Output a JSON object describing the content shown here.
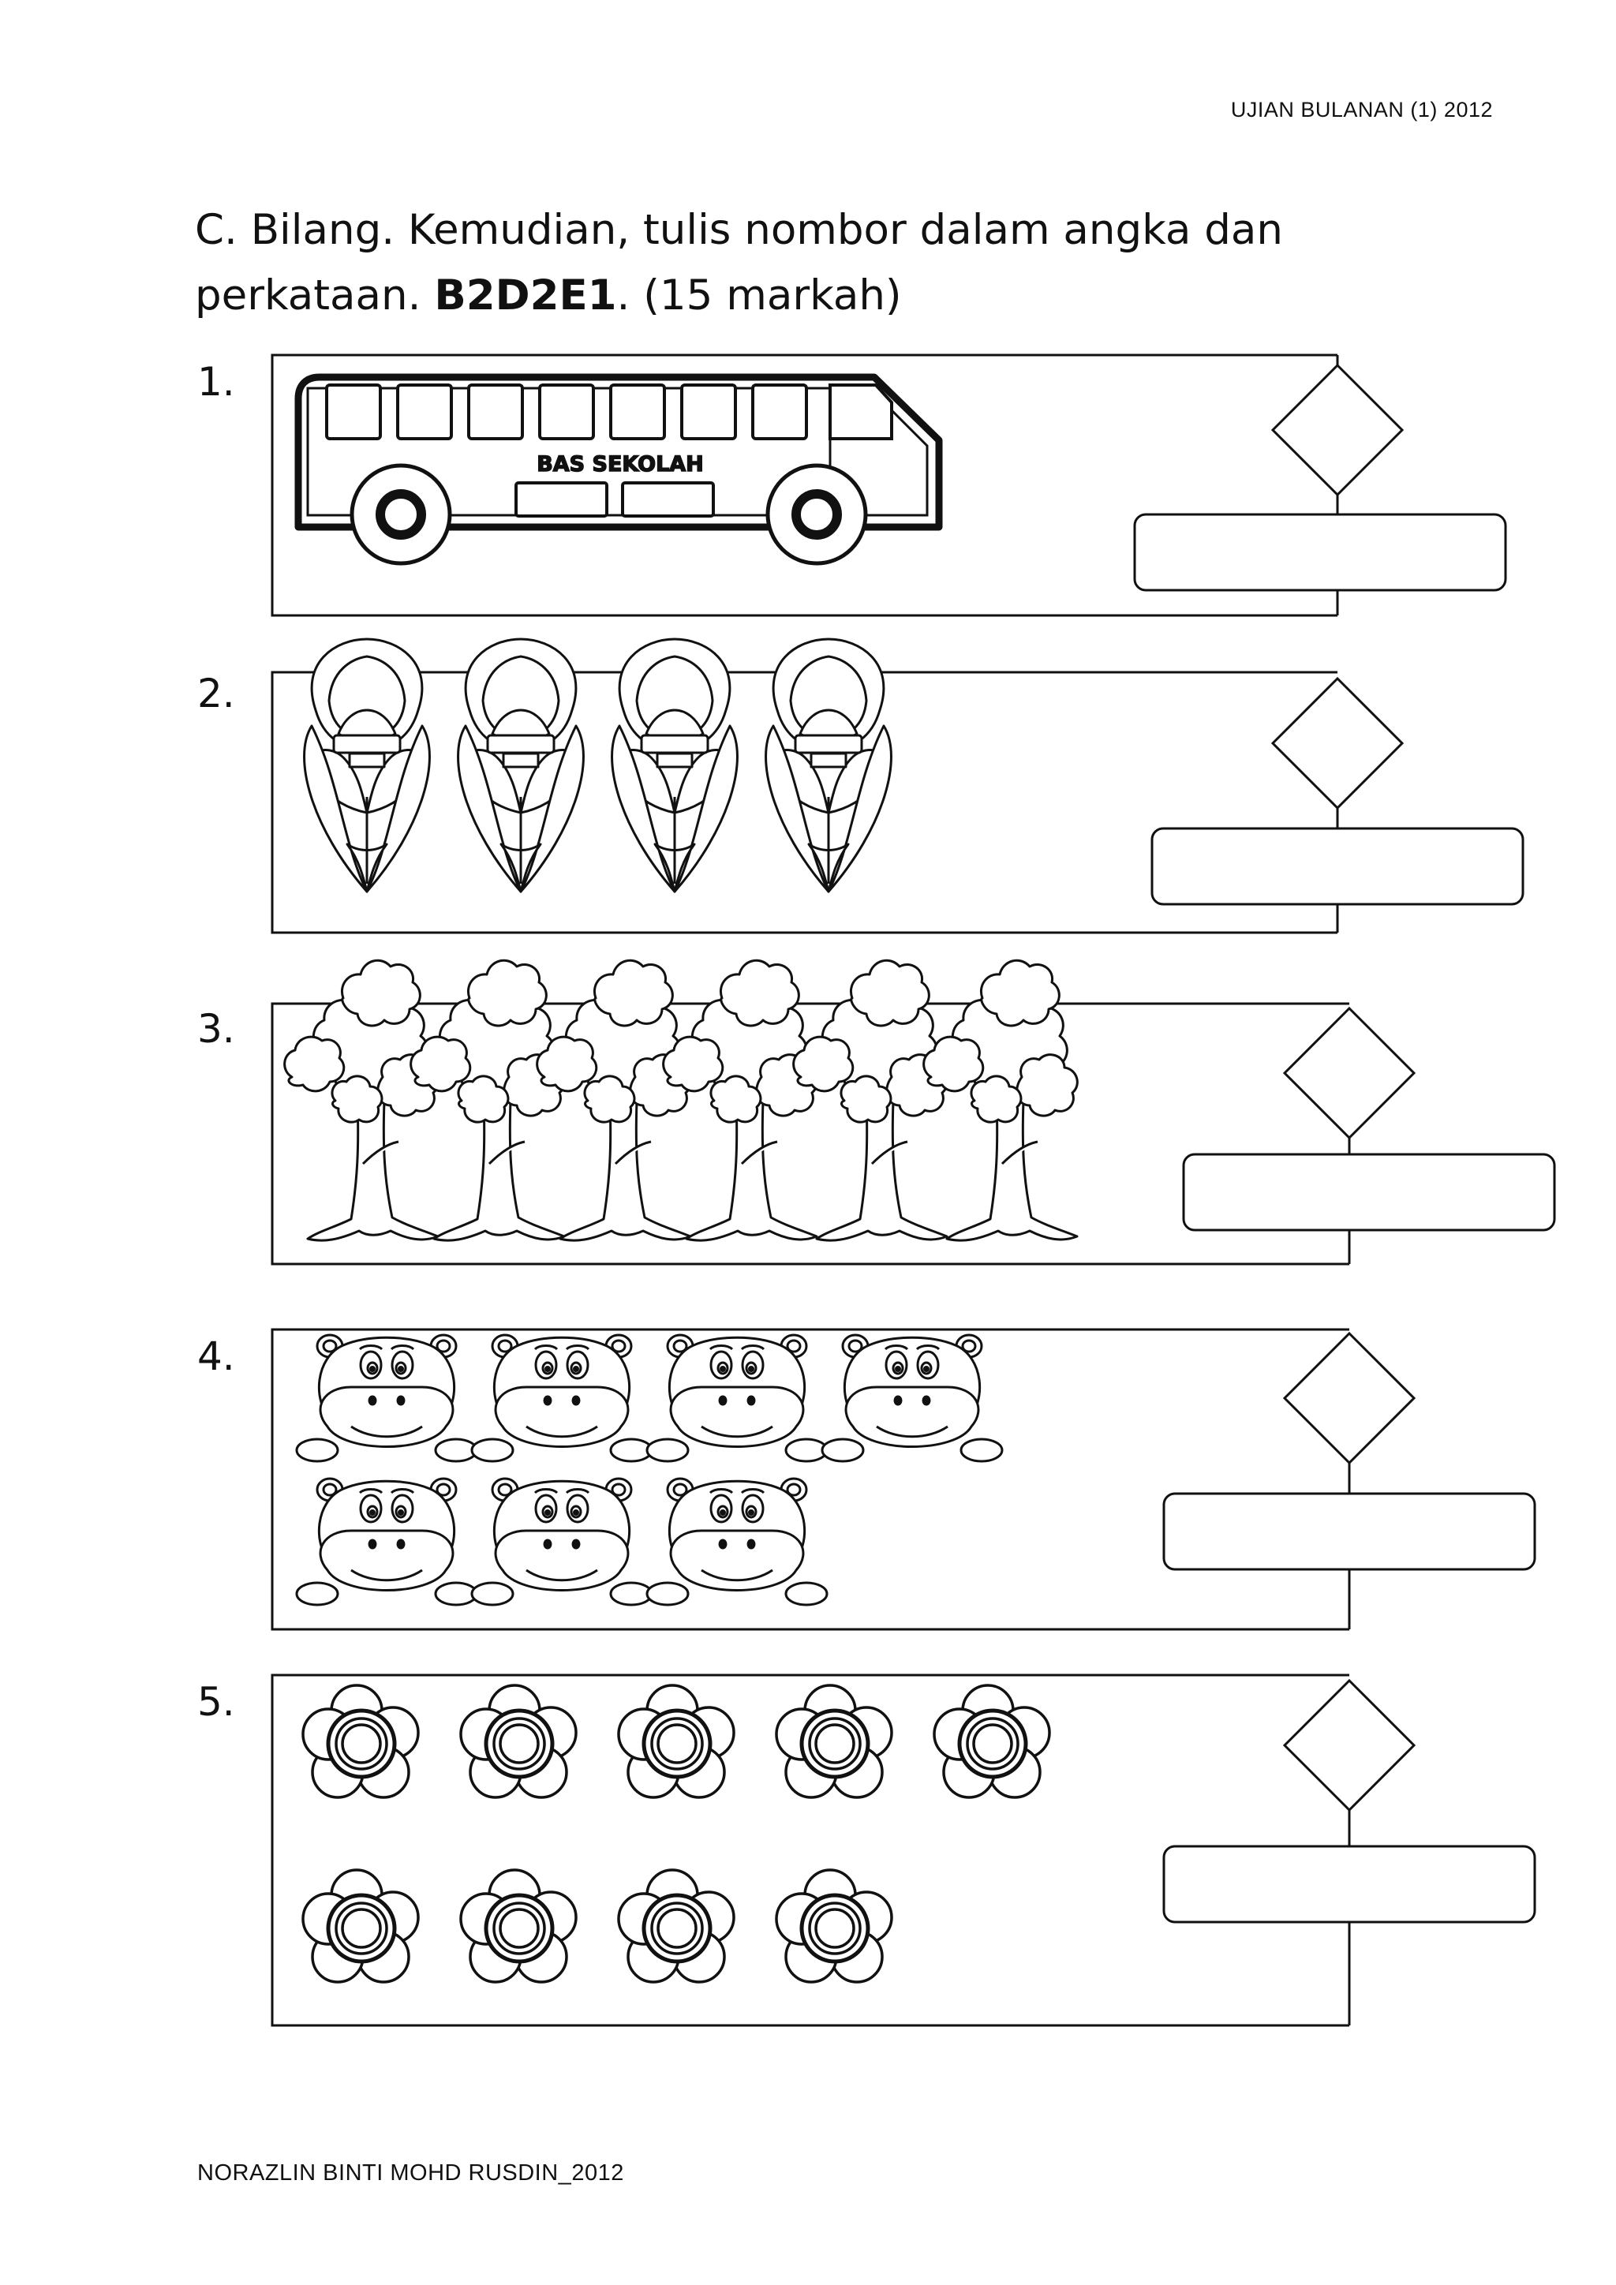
{
  "header": {
    "exam_label": "UJIAN BULANAN (1) 2012"
  },
  "instruction": {
    "text_part1": "C. Bilang. Kemudian, tulis nombor dalam angka dan",
    "text_part2_prefix": "perkataan. ",
    "code": "B2D2E1",
    "text_part2_suffix": ". (15 markah)"
  },
  "questions": [
    {
      "number": "1.",
      "object": "school-bus",
      "bus_label": "BAS SEKOLAH",
      "count": 1
    },
    {
      "number": "2.",
      "object": "tulip",
      "count": 4
    },
    {
      "number": "3.",
      "object": "tree",
      "count": 6
    },
    {
      "number": "4.",
      "object": "hippo",
      "count": 7
    },
    {
      "number": "5.",
      "object": "flower",
      "count": 9
    }
  ],
  "footer": {
    "author": "NORAZLIN BINTI MOHD RUSDIN_2012"
  }
}
